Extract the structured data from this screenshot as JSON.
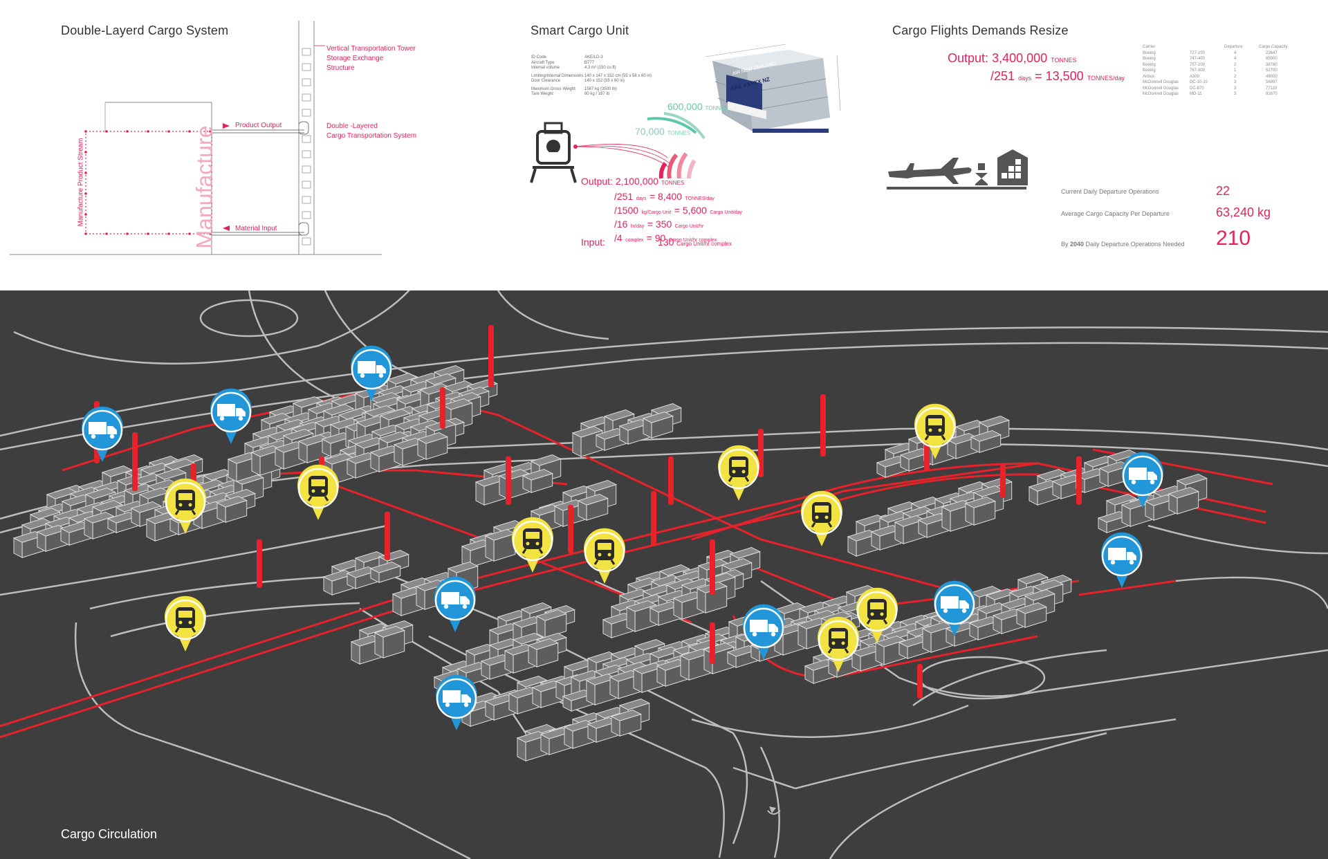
{
  "section1": {
    "title": "Double-Layerd Cargo System",
    "tower_label": [
      "Vertical Transportation Tower",
      "Storage Exchange",
      "Structure"
    ],
    "product_output": "Product Output",
    "material_input": "Material Input",
    "double_layer_label": [
      "Double -Layered",
      "Cargo Transportation System"
    ],
    "manufacture": "Manufacture",
    "product_stream": "Manufacture Product Stream"
  },
  "section2": {
    "title": "Smart Cargo Unit",
    "spec_labels": [
      "ID Code",
      "Aircraft Type",
      "Internal volume",
      "Limiting/Internal Dimensions",
      "Door Clearance",
      "Maximum Gross Weight",
      "Tare Weight"
    ],
    "spec_values": [
      "AKE/LD-3",
      "B777",
      "4.3 m³ (150 cu.ft)",
      "140 x 147 x 152 cm (55 x 58 x 60 in)",
      "140 x 152 (55 x 60 in)",
      "1587 kg (3500 lb)",
      "80 kg / 187 lb"
    ],
    "container_text": [
      "AIR NEW ZEALAND",
      "AKE XXXXX NZ"
    ],
    "tonnes_600k": "600,000",
    "tonnes_70k": "70,000",
    "tonnes_unit": "TONNES",
    "output_label": "Output:",
    "output_value": "2,100,000",
    "output_unit": "TONNES",
    "calc": [
      {
        "div": "/251",
        "div_unit": "days",
        "eq": "= 8,400",
        "unit": "TONNES/day"
      },
      {
        "div": "/1500",
        "div_unit": "kg/Cargo Unit",
        "eq": "= 5,600",
        "unit": "Cargo Unit/day"
      },
      {
        "div": "/16",
        "div_unit": "hr/day",
        "eq": "= 350",
        "unit": "Cargo Unit/hr"
      },
      {
        "div": "/4",
        "div_unit": "complex",
        "eq": "= 90",
        "unit": "Cargo Unit/hr complex"
      }
    ],
    "input_label": "Input:",
    "input_value": "130",
    "input_unit": "Cargo Unit/hr complex"
  },
  "section3": {
    "title": "Cargo Flights Demands Resize",
    "output_label": "Output:",
    "output_value": "3,400,000",
    "output_unit": "TONNES",
    "per_div": "/251",
    "per_days": "days",
    "per_eq": "= 13,500",
    "per_unit": "TONNES/day",
    "table_headers": [
      "Carrier",
      "",
      "Departure",
      "Cargo Capacity"
    ],
    "table_rows": [
      [
        "Boeing",
        "727-200",
        "4",
        "23647"
      ],
      [
        "Boeing",
        "747-400",
        "4",
        "65000"
      ],
      [
        "Boeing",
        "757-200",
        "2",
        "38780"
      ],
      [
        "Boeing",
        "767-300",
        "1",
        "52700"
      ],
      [
        "Airbus",
        "A300",
        "2",
        "48000"
      ],
      [
        "McDonnell Douglas",
        "DC-10-10",
        "3",
        "56997"
      ],
      [
        "McDonnell Douglas",
        "DC-870",
        "3",
        "77110"
      ],
      [
        "McDonnell Douglas",
        "MD-11",
        "3",
        "91670"
      ]
    ],
    "stats": [
      {
        "label": "Current Daily Departure Operations",
        "value": "22"
      },
      {
        "label": "Average Cargo Capacity Per Departure",
        "value": "63,240 kg"
      },
      {
        "label_pre": "By ",
        "label_bold": "2040",
        "label_post": " Daily Departure Operations Needed",
        "value": "210"
      }
    ]
  },
  "map": {
    "title": "Cargo Circulation"
  },
  "colors": {
    "accent": "#e2245a",
    "truck_marker": "#2196d8",
    "train_marker": "#f2e342",
    "rail": "#e8222b",
    "map_bg": "#3e3e3e"
  }
}
